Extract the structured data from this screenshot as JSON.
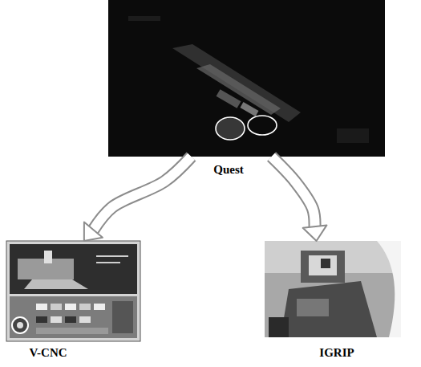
{
  "diagram": {
    "nodes": [
      {
        "text": [
          "Quest"
        ]
      },
      {
        "text": [
          "V-CNC"
        ]
      },
      {
        "text": [
          "IGRIP"
        ]
      }
    ],
    "edges": [
      {
        "from": 0,
        "to": 1,
        "arrow": "to"
      },
      {
        "from": 0,
        "to": 2,
        "arrow": "to"
      }
    ]
  }
}
